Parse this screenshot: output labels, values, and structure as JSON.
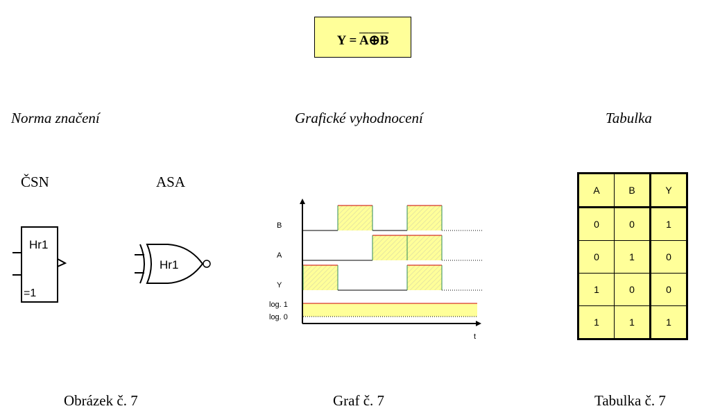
{
  "formula": {
    "lhs": "Y = ",
    "operand_a": "A",
    "operator": "⊕",
    "operand_b": "B"
  },
  "headings": {
    "norma": "Norma značení",
    "graf": "Grafické vyhodnocení",
    "tabulka": "Tabulka"
  },
  "standards": {
    "csn": "ČSN",
    "asa": "ASA"
  },
  "gate": {
    "csn_label": "Hr1",
    "csn_function": "=1",
    "asa_label": "Hr1"
  },
  "timing": {
    "signals": [
      "B",
      "A",
      "Y"
    ],
    "levels": [
      "log. 1",
      "log. 0"
    ],
    "time_label": "t",
    "slot_values": {
      "B": [
        0,
        1,
        0,
        1,
        0
      ],
      "A": [
        0,
        0,
        1,
        1,
        0
      ],
      "Y": [
        1,
        0,
        0,
        1,
        0
      ]
    }
  },
  "table": {
    "headers": [
      "A",
      "B",
      "Y"
    ],
    "rows": [
      [
        "0",
        "0",
        "1"
      ],
      [
        "0",
        "1",
        "0"
      ],
      [
        "1",
        "0",
        "0"
      ],
      [
        "1",
        "1",
        "1"
      ]
    ]
  },
  "captions": {
    "obrazek": "Obrázek č. 7",
    "graf": "Graf č. 7",
    "tabulka": "Tabulka č. 7"
  },
  "colors": {
    "highlight": "#ffff99",
    "edge": "#cc0000"
  }
}
